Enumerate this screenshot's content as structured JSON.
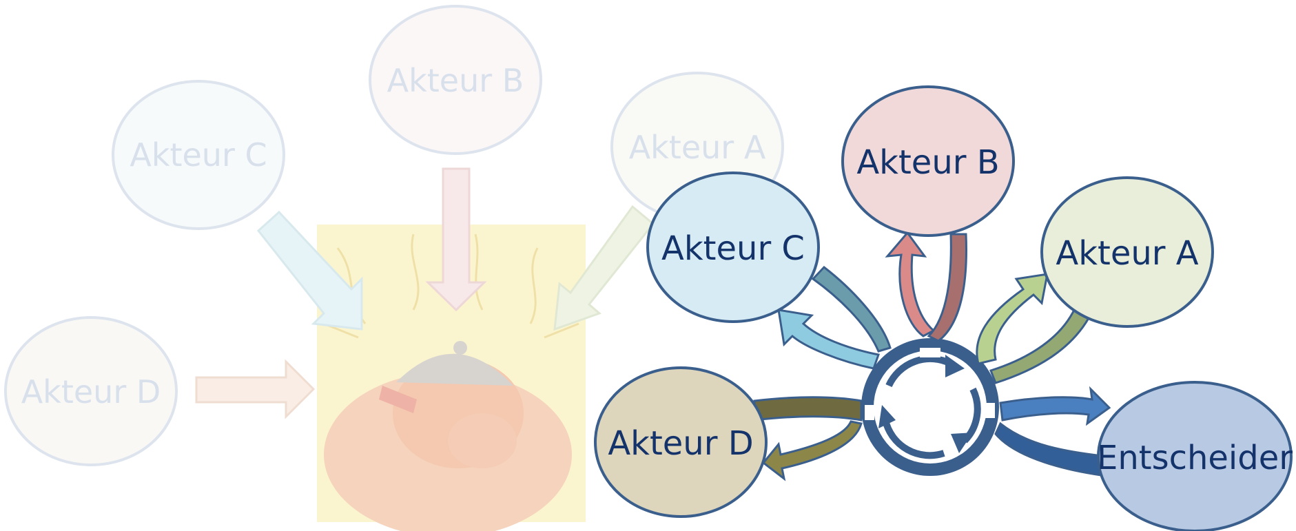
{
  "faded_diagram": {
    "nodes": {
      "akteur_c": "Akteur C",
      "akteur_b": "Akteur B",
      "akteur_a": "Akteur A",
      "akteur_d": "Akteur D"
    },
    "colors": {
      "akteur_c": "#e6f3f7",
      "akteur_b": "#f7e9e9",
      "akteur_a": "#eef3e4",
      "akteur_d": "#f6efe9"
    }
  },
  "active_diagram": {
    "nodes": {
      "akteur_b": "Akteur B",
      "akteur_c": "Akteur C",
      "akteur_a": "Akteur A",
      "akteur_d": "Akteur D",
      "entscheider": "Entscheider"
    },
    "colors": {
      "akteur_b": "#f2d9d9",
      "akteur_c": "#d6ebf3",
      "akteur_a": "#e8eed9",
      "akteur_d": "#ddd5bc",
      "entscheider": "#b7c9e3",
      "outline": "#3b5f8d",
      "text": "#14336b"
    }
  }
}
